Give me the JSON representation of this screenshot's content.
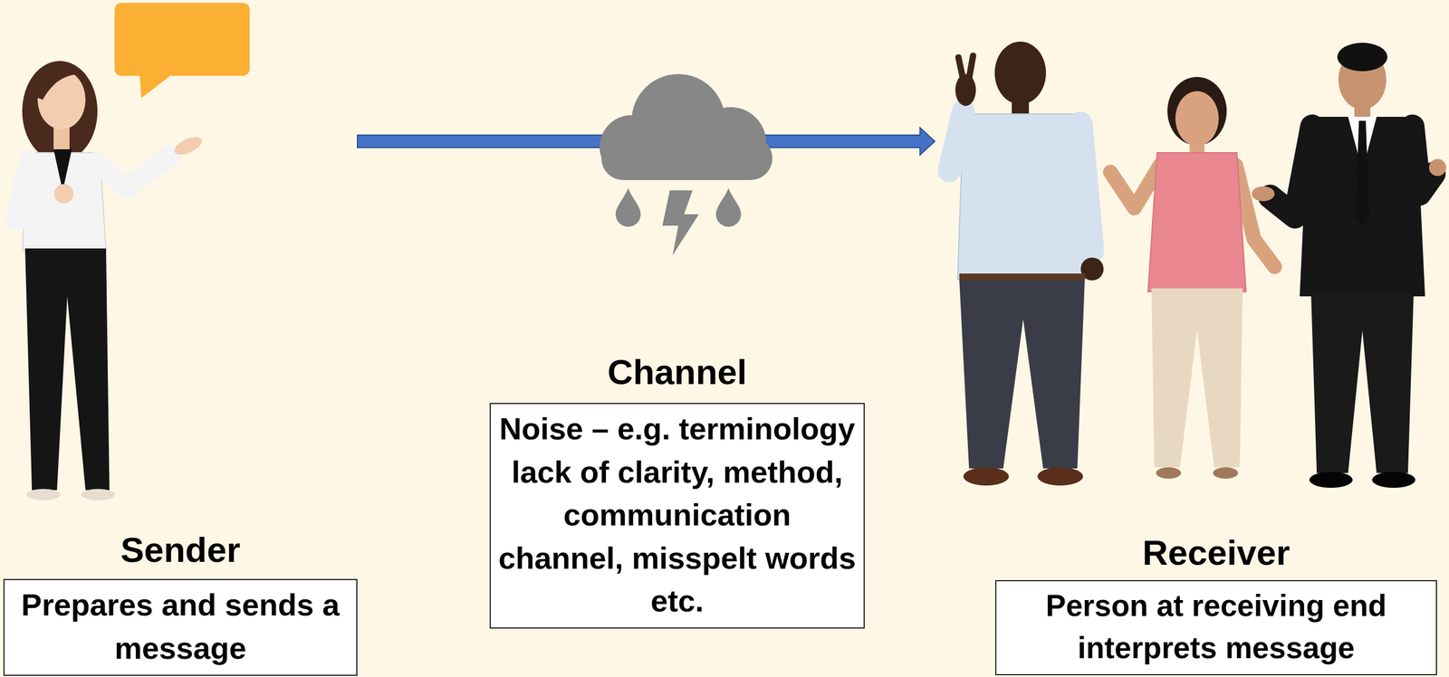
{
  "diagram": {
    "nodes": [
      {
        "text": [
          "Sender",
          "Prepares and sends a message"
        ]
      },
      {
        "text": [
          "Channel",
          "Noise – e.g. terminology lack of clarity, method, communication channel, misspelt words etc."
        ]
      },
      {
        "text": [
          "Receiver",
          "Person at receiving end interprets message"
        ]
      }
    ],
    "edges": [
      {
        "from": 0,
        "to": 2,
        "arrow": "to"
      }
    ]
  }
}
